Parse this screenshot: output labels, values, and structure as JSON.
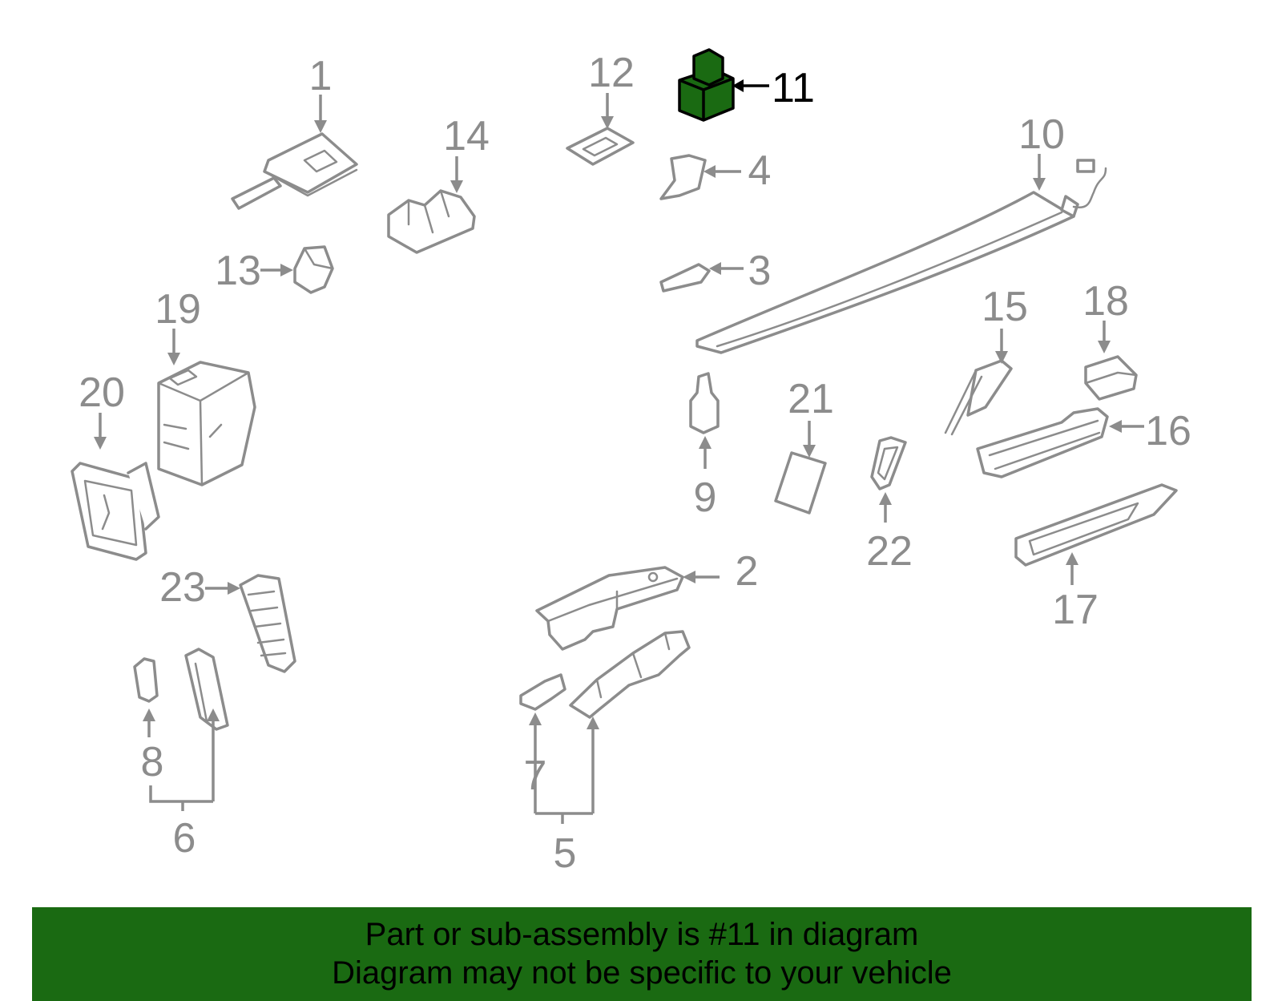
{
  "diagram": {
    "highlighted_part": "11",
    "highlight_color": "#1a6a12",
    "line_color": "#8c8c8c",
    "callouts": {
      "c1": "1",
      "c2": "2",
      "c3": "3",
      "c4": "4",
      "c5": "5",
      "c6": "6",
      "c7": "7",
      "c8": "8",
      "c9": "9",
      "c10": "10",
      "c11": "11",
      "c12": "12",
      "c13": "13",
      "c14": "14",
      "c15": "15",
      "c16": "16",
      "c17": "17",
      "c18": "18",
      "c19": "19",
      "c20": "20",
      "c21": "21",
      "c22": "22",
      "c23": "23"
    }
  },
  "banner": {
    "line1": "Part or sub-assembly is #11 in diagram",
    "line2": "Diagram may not be specific to your vehicle",
    "background": "#1a6a12"
  }
}
